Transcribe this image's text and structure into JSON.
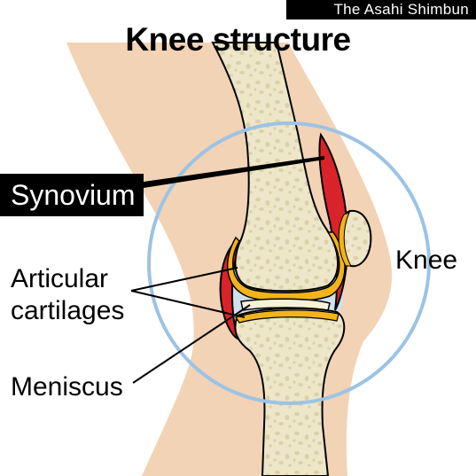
{
  "credit": "The Asahi Shimbun",
  "title": "Knee structure",
  "labels": {
    "synovium": "Synovium",
    "articular_line1": "Articular",
    "articular_line2": "cartilages",
    "meniscus": "Meniscus",
    "knee": "Knee"
  },
  "colors": {
    "skin": "#f2d3b5",
    "bone": "#ede6c9",
    "bone_spots": "#dcd0a8",
    "cartilage": "#f2b41a",
    "synovium": "#d9232a",
    "joint_fluid": "#cfe0ef",
    "circle": "#9cc3e5",
    "meniscus": "#f6f1d9"
  }
}
